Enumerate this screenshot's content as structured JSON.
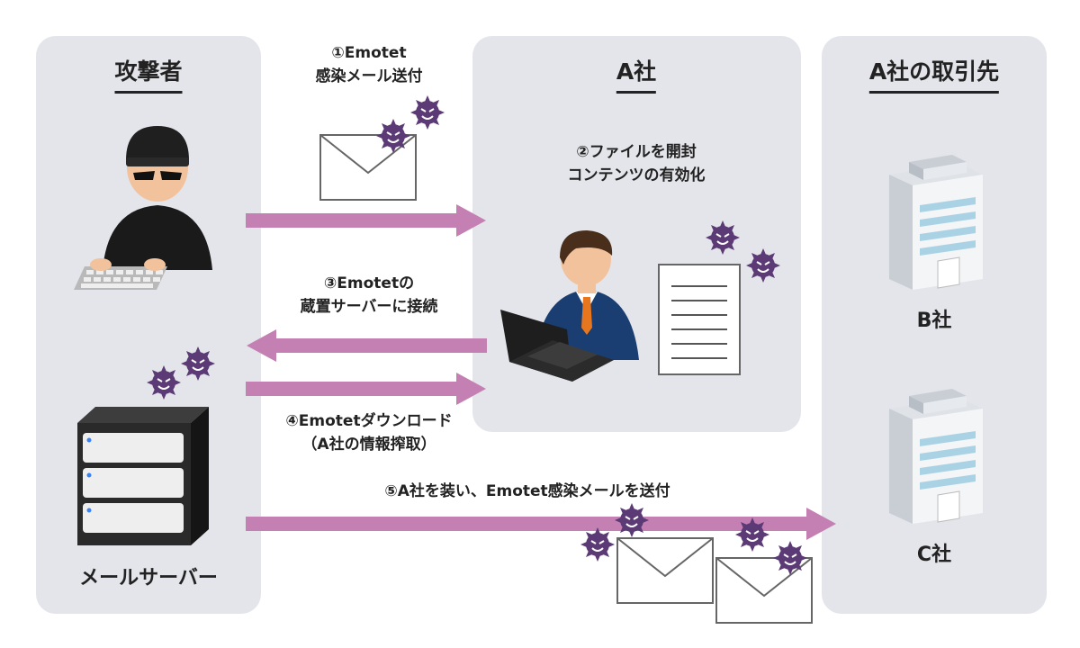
{
  "panels": {
    "attacker": {
      "title": "攻撃者"
    },
    "company_a": {
      "title": "A社"
    },
    "partners": {
      "title": "A社の取引先"
    }
  },
  "steps": {
    "s1": {
      "line1": "①Emotet",
      "line2": "感染メール送付"
    },
    "s2": {
      "line1": "②ファイルを開封",
      "line2": "コンテンツの有効化"
    },
    "s3": {
      "line1": "③Emotetの",
      "line2": "蔵置サーバーに接続"
    },
    "s4": {
      "line1": "④Emotetダウンロード",
      "line2": "（A社の情報搾取）"
    },
    "s5": {
      "line1": "⑤A社を装い、Emotet感染メールを送付"
    }
  },
  "labels": {
    "mail_server": "メールサーバー",
    "company_b": "B社",
    "company_c": "C社"
  },
  "colors": {
    "panel": "#e3e5ea",
    "arrow": "#c47fb3",
    "virus": "#5b3a75"
  }
}
